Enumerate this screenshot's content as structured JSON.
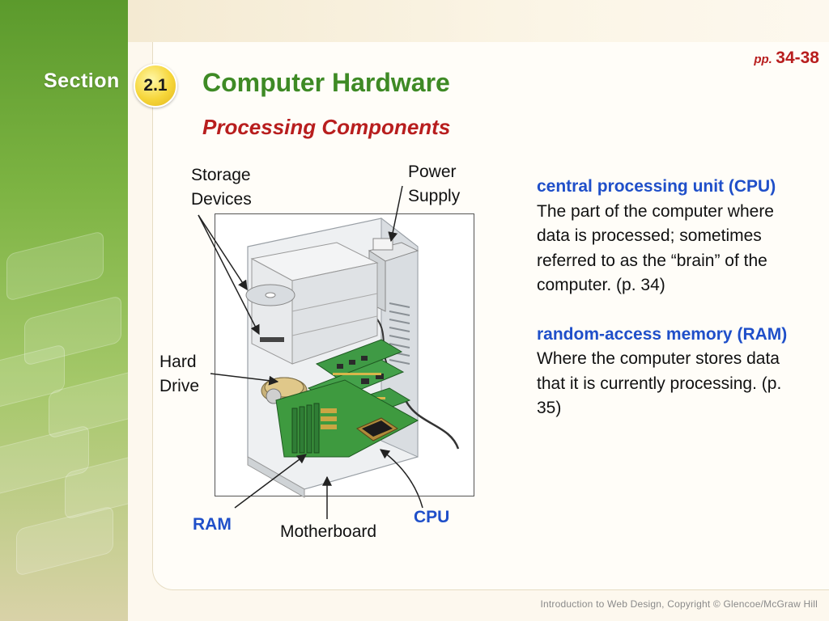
{
  "slide": {
    "section_word": "Section",
    "section_number": "2.1",
    "title": "Computer Hardware",
    "subtitle": "Processing Components",
    "page_prefix": "pp.",
    "page_range": "34-38"
  },
  "labels": {
    "storage_line1": "Storage",
    "storage_line2": "Devices",
    "power_line1": "Power",
    "power_line2": "Supply",
    "hard_line1": "Hard",
    "hard_line2": "Drive",
    "ram": "RAM",
    "motherboard": "Motherboard",
    "cpu": "CPU"
  },
  "definitions": [
    {
      "term": "central processing unit (CPU)",
      "text": "The part of the computer where data is processed; sometimes referred to as the “brain” of the computer. (p. 34)"
    },
    {
      "term": "random-access memory (RAM)",
      "text": "Where the computer stores data that it is currently processing. (p. 35)"
    }
  ],
  "footer": "Introduction to Web Design, Copyright © Glencoe/McGraw Hill",
  "colors": {
    "title_green": "#3e8a25",
    "subtitle_red": "#b81e1e",
    "term_blue": "#1f4fc9",
    "band_green": "#7cb342",
    "badge_yellow": "#f6d63a"
  }
}
